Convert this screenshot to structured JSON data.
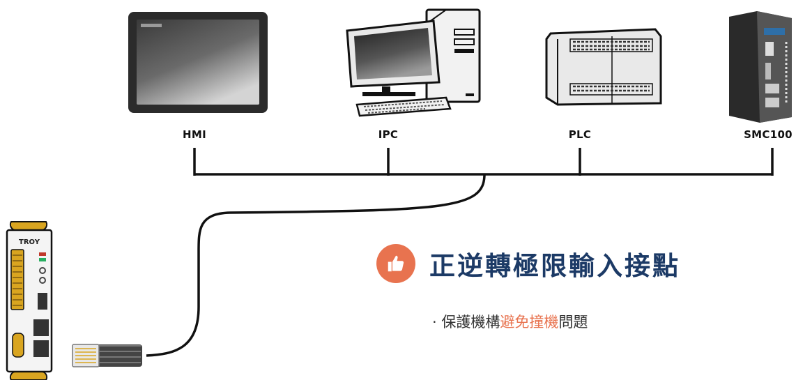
{
  "devices": [
    {
      "label": "HMI",
      "icon": "hmi-touchscreen-icon"
    },
    {
      "label": "IPC",
      "icon": "industrial-pc-icon"
    },
    {
      "label": "PLC",
      "icon": "plc-controller-icon"
    },
    {
      "label": "SMC100",
      "icon": "smc100-controller-icon"
    }
  ],
  "driver": {
    "brand": "TROY",
    "icon": "servo-drive-icon",
    "connector_icon": "rj45-connector-icon"
  },
  "feature": {
    "title": "正逆轉極限輸入接點",
    "bullet_prefix": "· 保護機構",
    "bullet_highlight": "避免撞機",
    "bullet_suffix": "問題"
  },
  "colors": {
    "accent": "#e8734f",
    "title": "#1c3a66",
    "line": "#111111"
  }
}
